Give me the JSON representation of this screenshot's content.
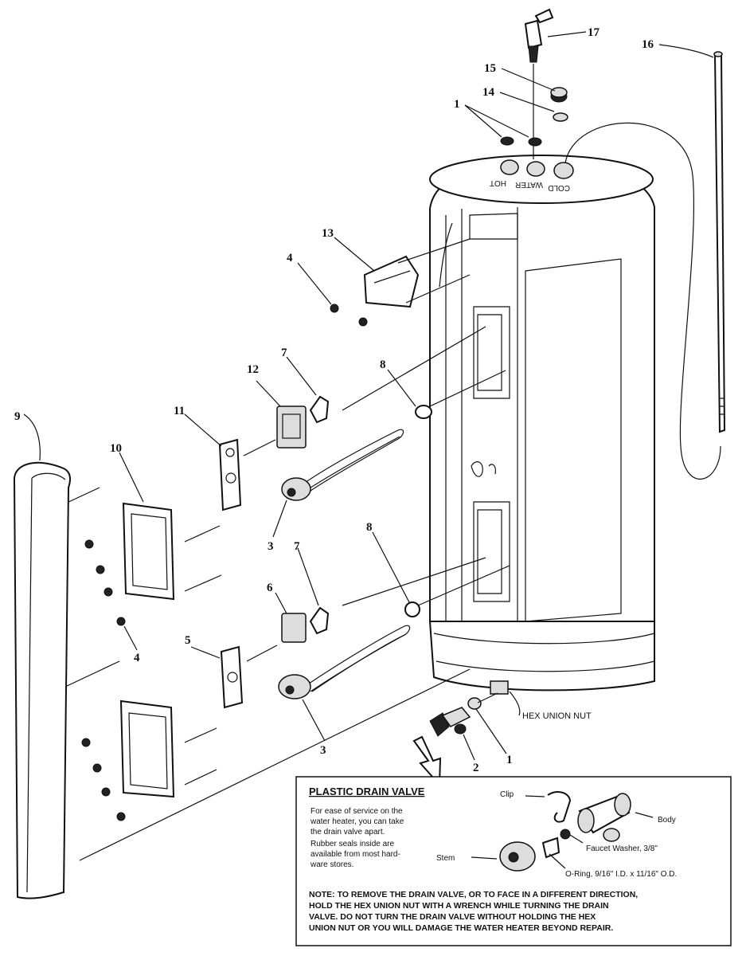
{
  "callouts": {
    "c17": "17",
    "c16": "16",
    "c15": "15",
    "c14": "14",
    "c1_top": "1",
    "c13": "13",
    "c4_top": "4",
    "c7_top": "7",
    "c12": "12",
    "c8_top": "8",
    "c11": "11",
    "c9": "9",
    "c10": "10",
    "c3_top": "3",
    "c8_bottom": "8",
    "c7_bottom": "7",
    "c6": "6",
    "c4_bottom": "4",
    "c5": "5",
    "c3_bottom": "3",
    "c2": "2",
    "c1_bottom": "1"
  },
  "labels": {
    "hex_union_nut": "HEX UNION NUT",
    "inlet_hot": "HOT",
    "inlet_water": "WATER",
    "inlet_cold": "COLD"
  },
  "drain_box": {
    "title": "PLASTIC DRAIN VALVE",
    "intro_lines": [
      "For ease of service on the",
      "water heater, you can take",
      "the drain valve apart.",
      "Rubber seals inside are",
      "available from most hard-",
      "ware stores."
    ],
    "parts": {
      "clip": "Clip",
      "body": "Body",
      "stem": "Stem",
      "faucet_washer": "Faucet Washer, 3/8\"",
      "o_ring": "O-Ring, 9/16\" I.D. x 11/16\" O.D."
    },
    "note_lines": [
      "NOTE: TO REMOVE THE DRAIN VALVE, OR TO FACE IN A DIFFERENT DIRECTION,",
      "HOLD THE HEX UNION NUT WITH A WRENCH WHILE TURNING THE DRAIN",
      "VALVE. DO NOT TURN THE DRAIN VALVE WITHOUT HOLDING THE HEX",
      "UNION NUT OR YOU WILL DAMAGE THE WATER HEATER BEYOND REPAIR."
    ]
  }
}
